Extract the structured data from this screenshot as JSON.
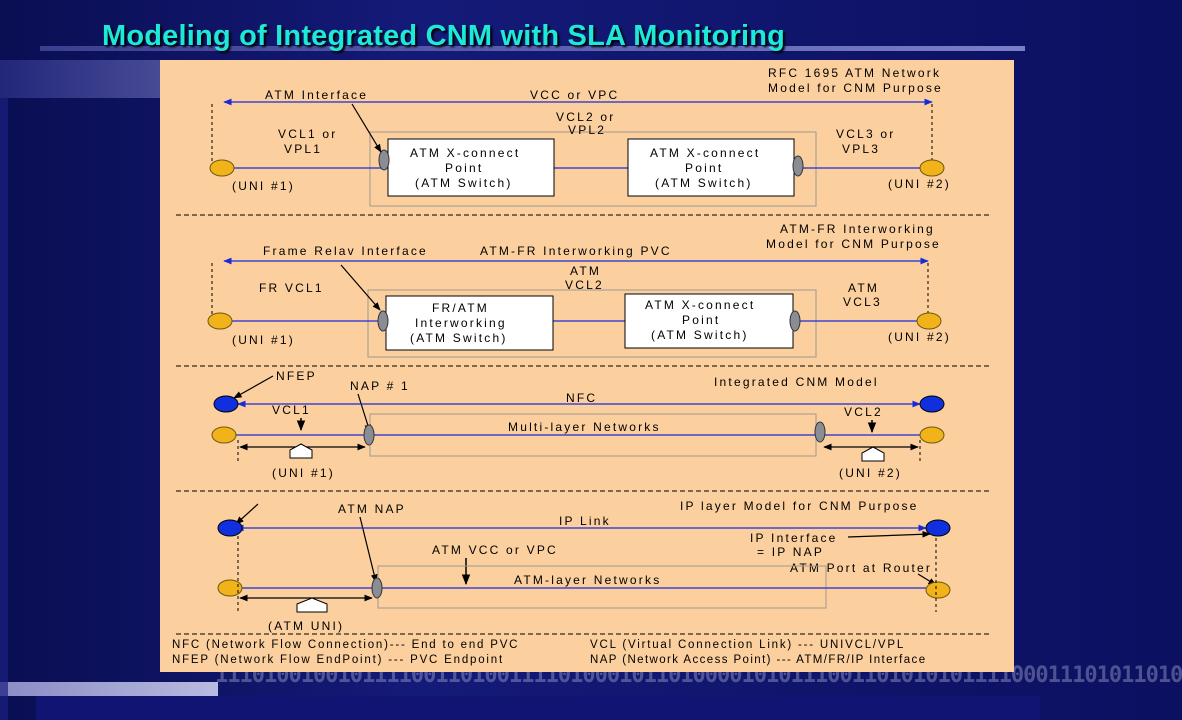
{
  "title": "Modeling of Integrated CNM with SLA Monitoring",
  "binary_strip": "1110100100101111001101001111010001011010000101011100110101010111100011101011010",
  "colors": {
    "background": "#10146a",
    "panel": "#fbcf9e",
    "title": "#1ee8d8",
    "line": "#1a2ad8",
    "endpoint_yellow": "#f2b21a",
    "endpoint_blue": "#1030e0"
  },
  "sec1": {
    "model_l1": "RFC 1695 ATM Network",
    "model_l2": "Model for CNM Purpose",
    "iface": "ATM Interface",
    "conn": "VCC or VPC",
    "vcl1_a": "VCL1 or",
    "vcl1_b": "VPL1",
    "vcl2_a": "VCL2 or",
    "vcl2_b": "VPL2",
    "vcl3_a": "VCL3 or",
    "vcl3_b": "VPL3",
    "box1_a": "ATM X-connect",
    "box1_b": "Point",
    "box1_c": "(ATM Switch)",
    "box2_a": "ATM X-connect",
    "box2_b": "Point",
    "box2_c": "(ATM Switch)",
    "uni1": "(UNI #1)",
    "uni2": "(UNI #2)"
  },
  "sec2": {
    "model_l1": "ATM-FR Interworking",
    "model_l2": "Model for CNM Purpose",
    "iface": "Frame Relav Interface",
    "conn": "ATM-FR Interworking PVC",
    "vcl1": "FR VCL1",
    "vcl2_a": "ATM",
    "vcl2_b": "VCL2",
    "vcl3_a": "ATM",
    "vcl3_b": "VCL3",
    "box1_a": "FR/ATM",
    "box1_b": "Interworking",
    "box1_c": "(ATM Switch)",
    "box2_a": "ATM X-connect",
    "box2_b": "Point",
    "box2_c": "(ATM Switch)",
    "uni1": "(UNI #1)",
    "uni2": "(UNI #2)"
  },
  "sec3": {
    "model": "Integrated CNM Model",
    "nfep": "NFEP",
    "nap": "NAP # 1",
    "nfc": "NFC",
    "vcl1": "VCL1",
    "vcl2": "VCL2",
    "networks": "Multi-layer Networks",
    "uni1": "(UNI #1)",
    "uni2": "(UNI #2)"
  },
  "sec4": {
    "model": "IP layer Model for CNM Purpose",
    "nap": "ATM NAP",
    "link": "IP Link",
    "iface_a": "IP Interface",
    "iface_b": "= IP NAP",
    "vcc": "ATM VCC or VPC",
    "port": "ATM Port at Router",
    "networks": "ATM-layer Networks",
    "uni": "(ATM UNI)"
  },
  "legend": {
    "nfc": "NFC (Network Flow Connection)--- End to end PVC",
    "nfep": "NFEP (Network Flow EndPoint) --- PVC Endpoint",
    "vcl": "VCL (Virtual Connection Link) --- UNIVCL/VPL",
    "nap": "NAP (Network Access Point) --- ATM/FR/IP Interface"
  }
}
